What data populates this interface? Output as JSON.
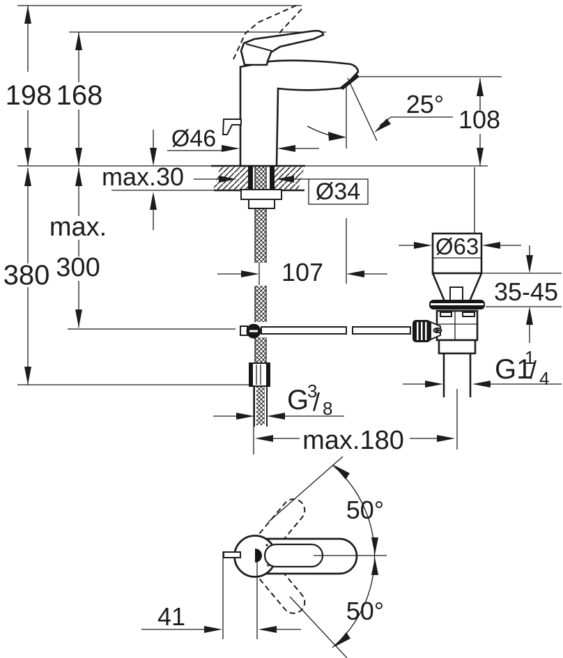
{
  "meta": {
    "background": "#ffffff",
    "line_color": "#1c1c1c",
    "units": "mm",
    "description": "Technical dimension drawing of a single-lever basin mixer faucet with pop-up waste, side view and top view"
  },
  "labels": {
    "height_total": "198",
    "height_spout": "168",
    "body_diameter": "Ø46",
    "deck_thickness": "max.30",
    "hole_diameter": "Ø34",
    "spout_angle": "25°",
    "outlet_height": "108",
    "hose_max_prefix": "max.",
    "hose_max_value": "300",
    "height_below": "380",
    "spout_reach": "107",
    "waste_diameter": "Ø63",
    "waste_deck_range": "35-45",
    "waste_thread_base": "G1",
    "waste_thread_num": "1",
    "waste_thread_slash": "/",
    "waste_thread_den": "4",
    "supply_thread_base": "G",
    "supply_thread_num": "3",
    "supply_thread_slash": "/",
    "supply_thread_den": "8",
    "rod_reach": "max.180",
    "swivel_upper": "50°",
    "swivel_lower": "50°",
    "handle_offset": "41"
  }
}
